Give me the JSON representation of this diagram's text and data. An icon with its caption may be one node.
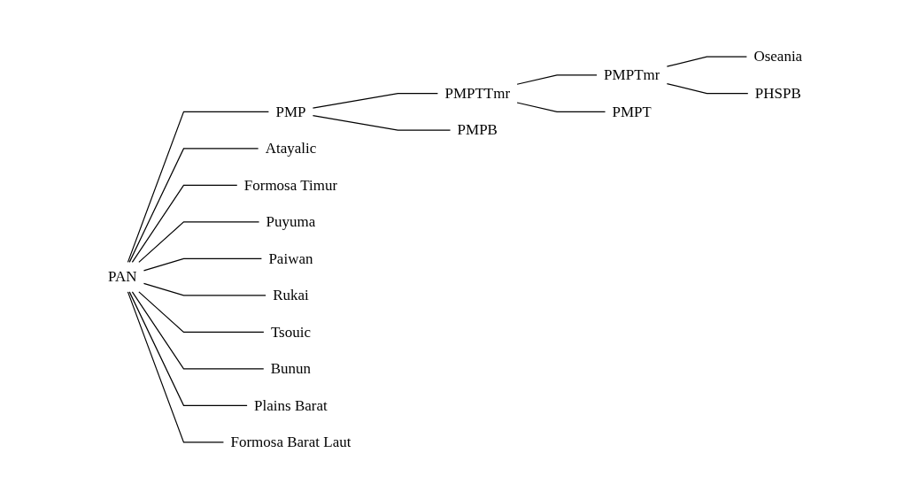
{
  "diagram": {
    "nodes": [
      {
        "text": [
          "PAN"
        ]
      },
      {
        "text": [
          "PMP"
        ]
      },
      {
        "text": [
          "PMPTTmr"
        ]
      },
      {
        "text": [
          "PMPTmr"
        ]
      },
      {
        "text": [
          "Oseania"
        ]
      },
      {
        "text": [
          "PHSPB"
        ]
      },
      {
        "text": [
          "PMPT"
        ]
      },
      {
        "text": [
          "PMPB"
        ]
      },
      {
        "text": [
          "Atayalic"
        ]
      },
      {
        "text": [
          "Formosa Timur"
        ]
      },
      {
        "text": [
          "Puyuma"
        ]
      },
      {
        "text": [
          "Paiwan"
        ]
      },
      {
        "text": [
          "Rukai"
        ]
      },
      {
        "text": [
          "Tsouic"
        ]
      },
      {
        "text": [
          "Bunun"
        ]
      },
      {
        "text": [
          "Plains Barat"
        ]
      },
      {
        "text": [
          "Formosa Barat Laut"
        ]
      }
    ],
    "edges": [
      {
        "from": 0,
        "to": 1,
        "arrow": "none"
      },
      {
        "from": 1,
        "to": 2,
        "arrow": "none"
      },
      {
        "from": 2,
        "to": 3,
        "arrow": "none"
      },
      {
        "from": 3,
        "to": 4,
        "arrow": "none"
      },
      {
        "from": 3,
        "to": 5,
        "arrow": "none"
      },
      {
        "from": 2,
        "to": 6,
        "arrow": "none"
      },
      {
        "from": 1,
        "to": 7,
        "arrow": "none"
      },
      {
        "from": 0,
        "to": 8,
        "arrow": "none"
      },
      {
        "from": 0,
        "to": 9,
        "arrow": "none"
      },
      {
        "from": 0,
        "to": 10,
        "arrow": "none"
      },
      {
        "from": 0,
        "to": 11,
        "arrow": "none"
      },
      {
        "from": 0,
        "to": 12,
        "arrow": "none"
      },
      {
        "from": 0,
        "to": 13,
        "arrow": "none"
      },
      {
        "from": 0,
        "to": 14,
        "arrow": "none"
      },
      {
        "from": 0,
        "to": 15,
        "arrow": "none"
      },
      {
        "from": 0,
        "to": 16,
        "arrow": "none"
      }
    ]
  }
}
